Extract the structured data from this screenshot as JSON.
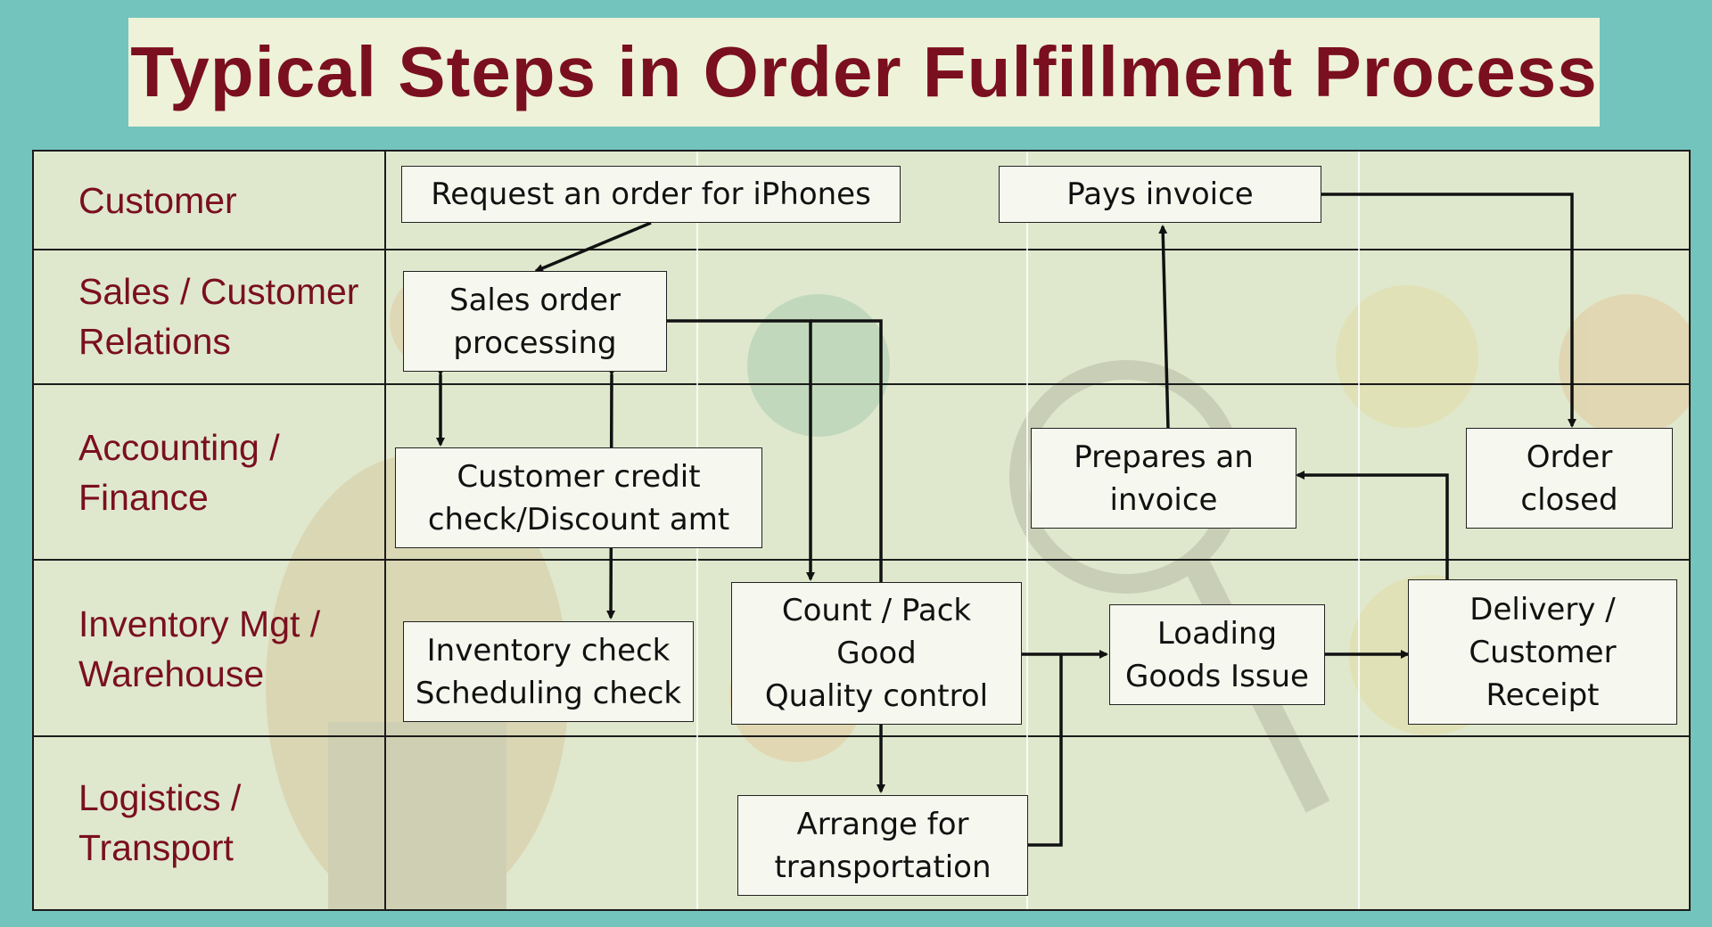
{
  "title": "Typical Steps in Order Fulfillment Process",
  "lanes": {
    "customer": "Customer",
    "sales": "Sales / Customer\nRelations",
    "accounting": "Accounting /\nFinance",
    "inventory": "Inventory Mgt /\nWarehouse",
    "logistics": "Logistics /\nTransport"
  },
  "steps": {
    "request_order": "Request an order for iPhones",
    "pays_invoice": "Pays invoice",
    "sales_order": "Sales order\nprocessing",
    "credit_check": "Customer credit\ncheck/Discount amt",
    "prepare_invoice": "Prepares an\ninvoice",
    "order_closed": "Order\nclosed",
    "inventory_check": "Inventory check\nScheduling check",
    "count_pack": "Count / Pack\nGood\nQuality control",
    "loading": "Loading\nGoods Issue",
    "delivery": "Delivery /\nCustomer\nReceipt",
    "arrange_transport": "Arrange for\ntransportation"
  },
  "colors": {
    "background": "#73c4bd",
    "title_text": "#7a0f1f",
    "title_box": "#eef2d8",
    "panel": "#dfe8cd",
    "box_fill": "#f6f7ee",
    "lane_text": "#7a0f1f"
  }
}
